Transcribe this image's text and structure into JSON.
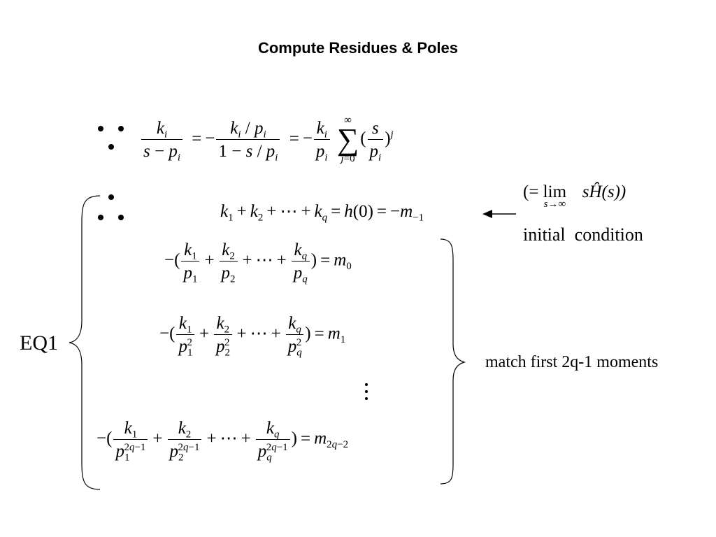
{
  "title": "Compute Residues & Poles",
  "eq1_label": "EQ1",
  "match_text": "match first 2q-1 moments",
  "limit_note": {
    "open": "(= lim",
    "under": "s→∞",
    "expr": "sĤ(s))"
  },
  "initial_condition": "initial  condition",
  "icons": [
    "because-icon",
    "therefore-icon",
    "left-arrow-icon",
    "left-brace-icon",
    "right-brace-icon",
    "vertical-ellipsis-icon"
  ]
}
